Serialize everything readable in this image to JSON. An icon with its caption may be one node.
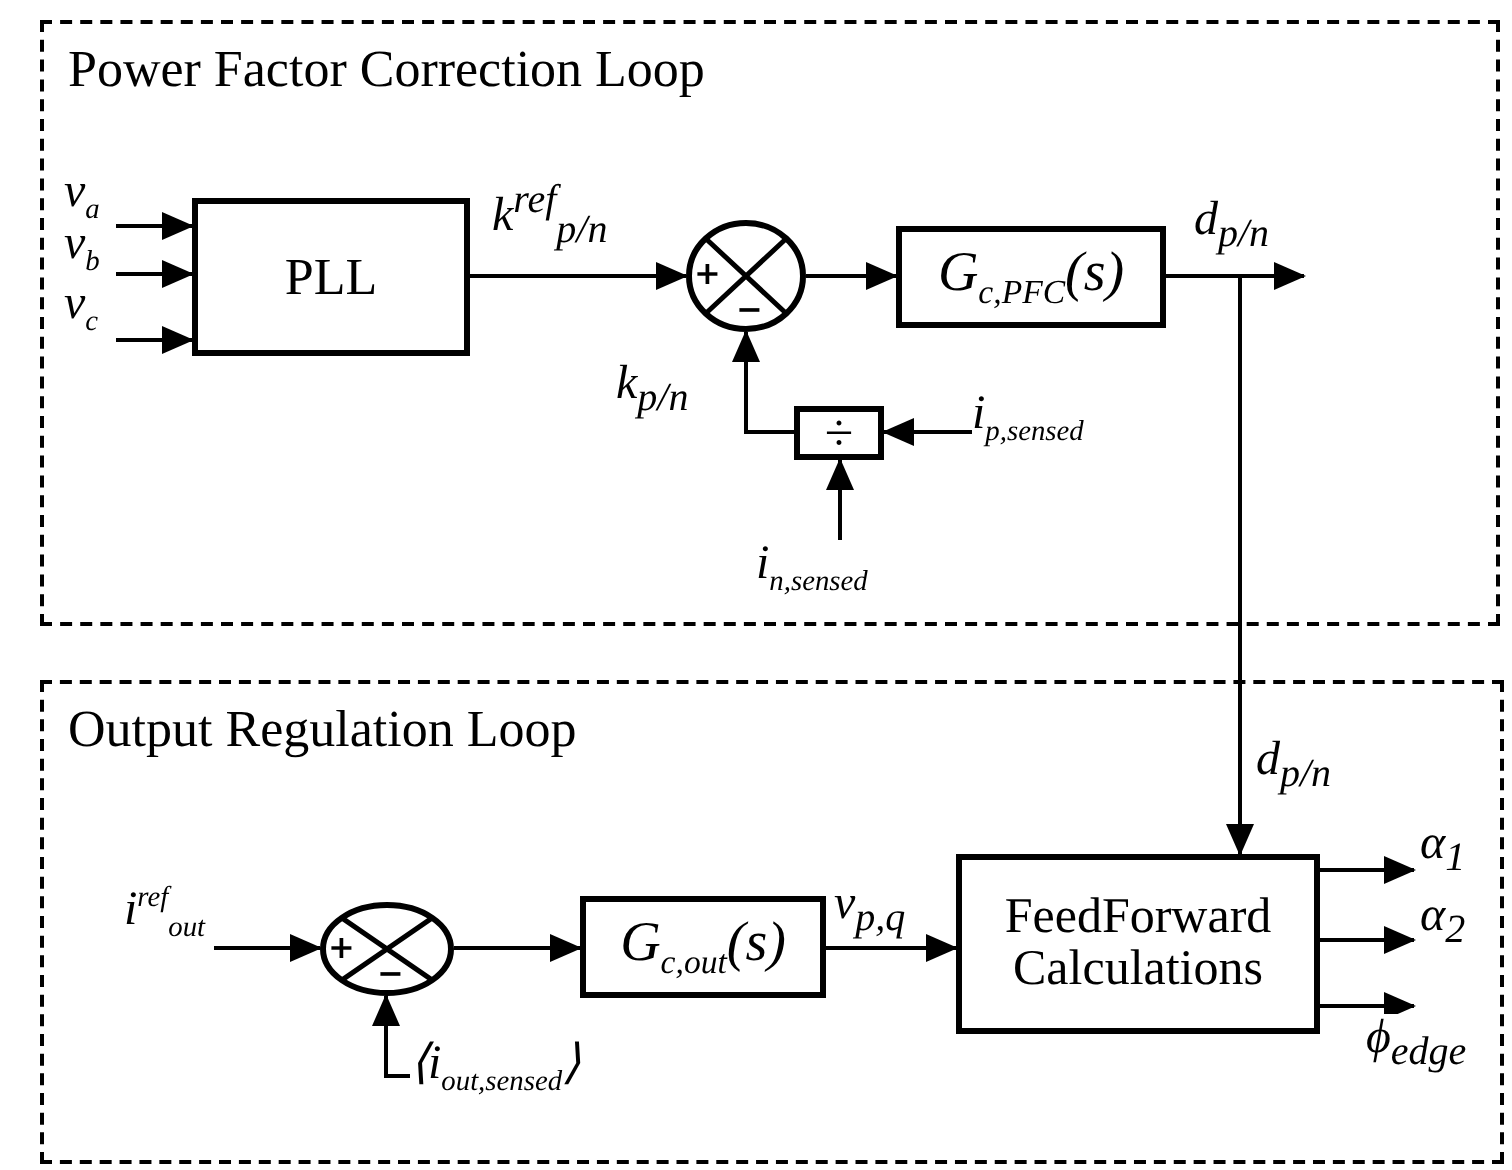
{
  "diagram": {
    "nodes": [
      {
        "text": [
          "Power Factor Correction Loop"
        ]
      },
      {
        "text": [
          "v$_{a}$"
        ],
        "in": 0
      },
      {
        "text": [
          "v$_{b}$"
        ],
        "in": 0
      },
      {
        "text": [
          "v$_{c}$"
        ],
        "in": 0
      },
      {
        "text": [
          "PLL"
        ],
        "in": 0
      },
      {
        "text": [
          "+",
          "−"
        ],
        "in": 0
      },
      {
        "text": [
          "G$_{c,PFC}$(s)"
        ],
        "in": 0
      },
      {
        "text": [
          "÷"
        ],
        "in": 0
      },
      {
        "text": [
          "i$_{p,sensed}$"
        ],
        "in": 0
      },
      {
        "text": [
          "i$_{n,sensed}$"
        ],
        "in": 0
      },
      {
        "text": [
          "Output Regulation Loop"
        ]
      },
      {
        "text": [
          "i$^{ref}$$_{out}$"
        ],
        "in": 10
      },
      {
        "text": [
          "+",
          "−"
        ],
        "in": 10
      },
      {
        "text": [
          "G$_{c,out}$(s)"
        ],
        "in": 10
      },
      {
        "text": [
          "FeedForward Calculations"
        ],
        "in": 10
      },
      {
        "text": [
          "⟨i$_{out,sensed}$⟩"
        ],
        "in": 10
      }
    ],
    "edges": [
      {
        "from": 1,
        "to": 4,
        "arrow": "to"
      },
      {
        "from": 2,
        "to": 4,
        "arrow": "to"
      },
      {
        "from": 3,
        "to": 4,
        "arrow": "to"
      },
      {
        "from": 4,
        "to": 5,
        "arrow": "to",
        "label": "k$^{ref}$$_{p/n}$"
      },
      {
        "from": 5,
        "to": 6,
        "arrow": "to"
      },
      {
        "from": 6,
        "to": null,
        "arrow": "to",
        "label": "d$_{p/n}$"
      },
      {
        "from": 6,
        "to": 14,
        "arrow": "to",
        "label": "d$_{p/n}$"
      },
      {
        "from": 7,
        "to": 5,
        "arrow": "to",
        "label": "k$_{p/n}$"
      },
      {
        "from": 8,
        "to": 7,
        "arrow": "to"
      },
      {
        "from": 9,
        "to": 7,
        "arrow": "to"
      },
      {
        "from": 11,
        "to": 12,
        "arrow": "to"
      },
      {
        "from": 12,
        "to": 13,
        "arrow": "to"
      },
      {
        "from": 13,
        "to": 14,
        "arrow": "to",
        "label": "v$_{p,q}$"
      },
      {
        "from": 14,
        "to": null,
        "arrow": "to",
        "label": "α$_{1}$"
      },
      {
        "from": 14,
        "to": null,
        "arrow": "to",
        "label": "α$_{2}$"
      },
      {
        "from": 14,
        "to": null,
        "arrow": "to",
        "label": "ϕ$_{edge}$"
      },
      {
        "from": 15,
        "to": 12,
        "arrow": "to"
      }
    ]
  }
}
